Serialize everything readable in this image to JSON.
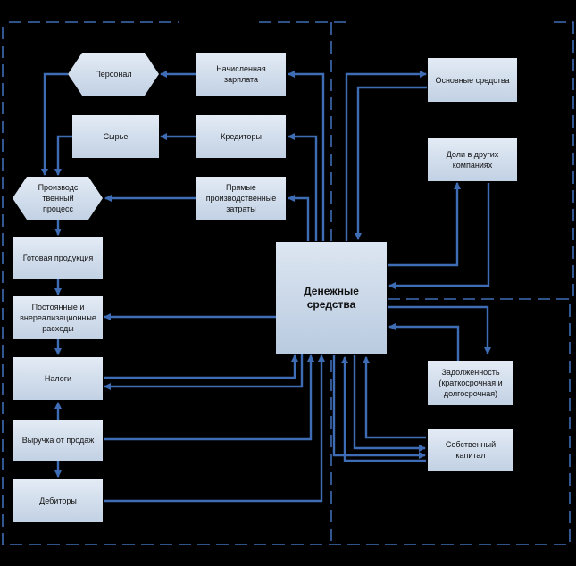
{
  "nodes": {
    "personnel": "Персонал",
    "accrued_salary": "Начисленная зарплата",
    "raw_materials": "Сырье",
    "creditors": "Кредиторы",
    "production_process": "Производс твенный процесс",
    "direct_costs": "Прямые производственные затраты",
    "finished_goods": "Готовая продукция",
    "fixed_costs": "Постоянные и внереализационные расходы",
    "taxes": "Налоги",
    "sales_revenue": "Выручка от продаж",
    "debtors": "Дебиторы",
    "cash": "Денежные средства",
    "fixed_assets": "Основные средства",
    "shares": "Доли в других компаниях",
    "debt": "Задолженность (краткосрочная и долгосрочная)",
    "equity": "Собственный капитал"
  },
  "colors": {
    "background": "#000000",
    "box_fill_top": "#e3ebf5",
    "box_fill_bottom": "#c2d1e4",
    "arrow": "#3f6db5",
    "dashed_border": "#3f6db5"
  }
}
